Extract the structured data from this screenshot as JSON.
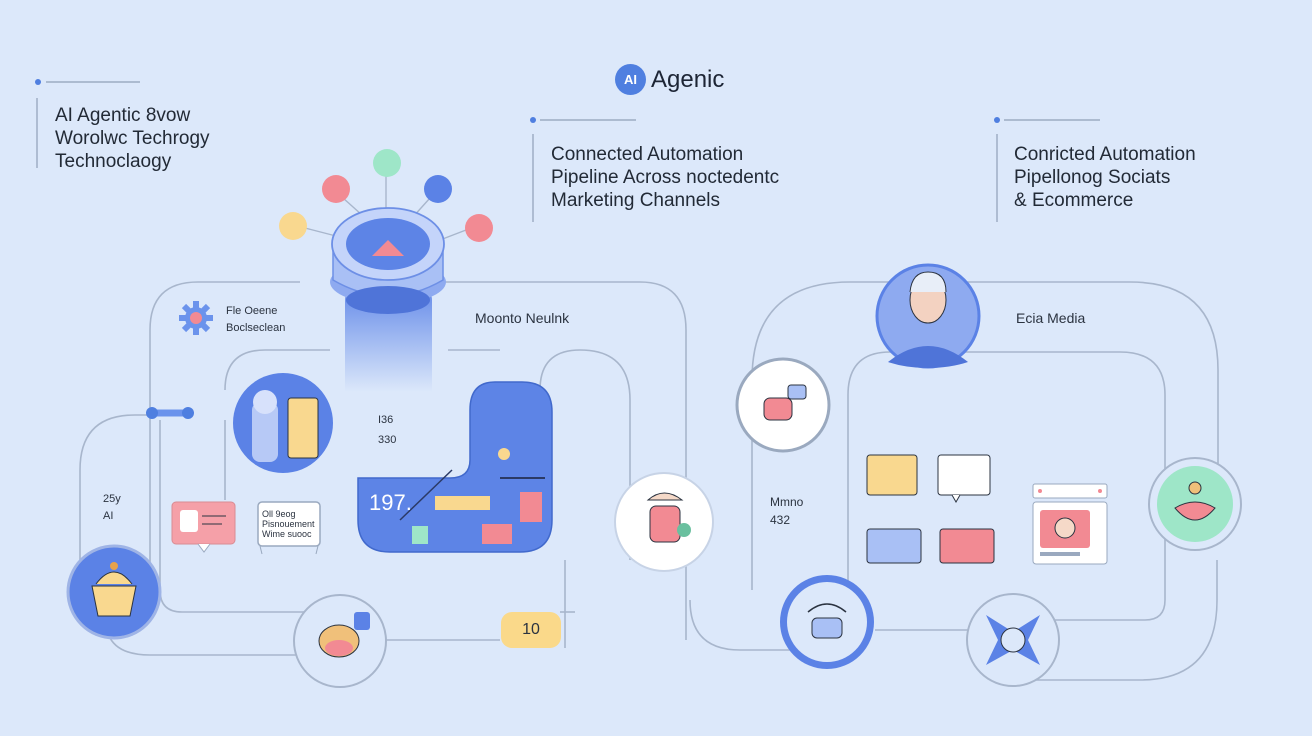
{
  "brand": {
    "badge": "AI",
    "name": "Agenic"
  },
  "headlines": {
    "left": [
      "AI Agentic 8vow",
      "Worolwc Techrogy",
      "Technoclaogy"
    ],
    "center": [
      "Connected Automation",
      "Pipeline Across noctedentc",
      "Marketing Channels"
    ],
    "right": [
      "Conricted Automation",
      "Pipellonog Sociats",
      "& Ecommerce"
    ]
  },
  "labels": {
    "gear_label": [
      "Fle Oeene",
      "Boclseclean"
    ],
    "monitor": "Moonto Neulnk",
    "funnel_stats": [
      "I36",
      "330"
    ],
    "left_stats": [
      "25y",
      "AI"
    ],
    "board_value": "197.",
    "pill_value": "10",
    "note_card": [
      "Oll 9eog",
      "Pisnouement",
      "Wime suooc"
    ],
    "social_media": "Ecia Media",
    "mid_stats": [
      "Mmno",
      "432"
    ]
  },
  "colors": {
    "background": "#dce8fa",
    "accent_blue": "#4f7fe0",
    "dot_teal": "#9ee6c8",
    "dot_red": "#f28a93",
    "dot_blue": "#5b82e6",
    "dot_yellow": "#f9d88f",
    "card_pink": "#f5a0a8",
    "pill_yellow": "#fad98a"
  }
}
